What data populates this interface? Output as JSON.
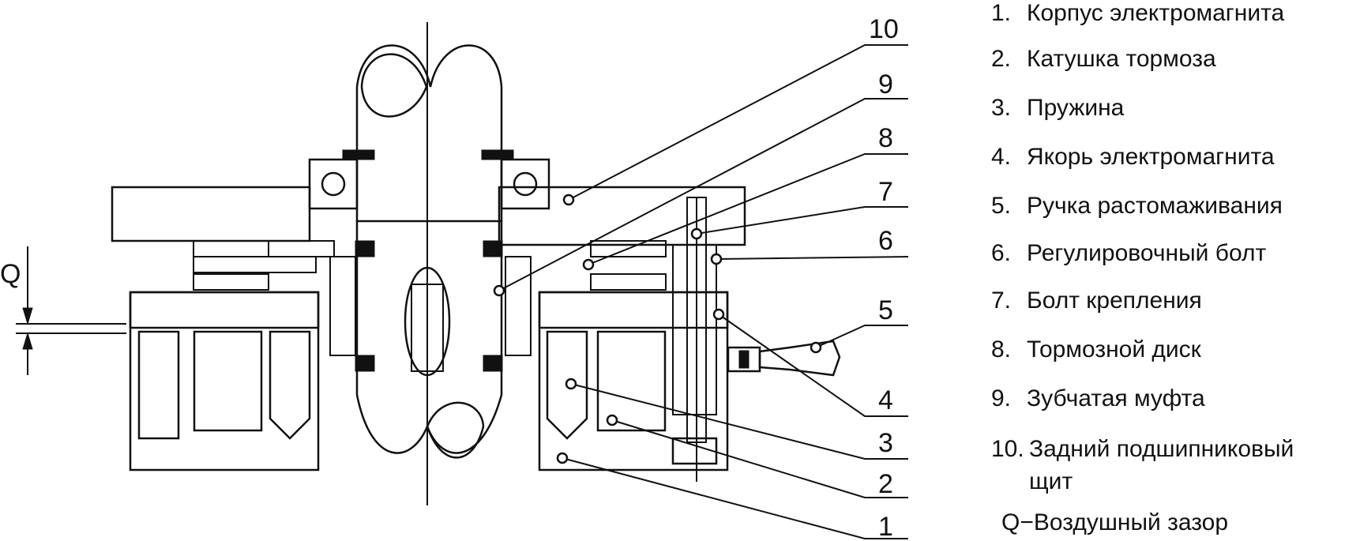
{
  "legend": [
    {
      "num": "1.",
      "text": "Корпус электромагнита"
    },
    {
      "num": "2.",
      "text": "Катушка тормоза"
    },
    {
      "num": "3.",
      "text": "Пружина"
    },
    {
      "num": "4.",
      "text": "Якорь электромагнита"
    },
    {
      "num": "5.",
      "text": "Ручка растомаживания"
    },
    {
      "num": "6.",
      "text": "Регулировочный болт"
    },
    {
      "num": "7.",
      "text": "Болт крепления"
    },
    {
      "num": "8.",
      "text": "Тормозной диск"
    },
    {
      "num": "9.",
      "text": "Зубчатая муфта"
    },
    {
      "num": "10.",
      "text": "Задний подшипниковый",
      "cont": "щит"
    }
  ],
  "q_legend": {
    "symbol": "Q",
    "dash": "−",
    "text": "Воздушный зазор"
  },
  "callouts": [
    "10",
    "9",
    "8",
    "7",
    "6",
    "5",
    "4",
    "3",
    "2",
    "1"
  ],
  "gap_label": "Q"
}
